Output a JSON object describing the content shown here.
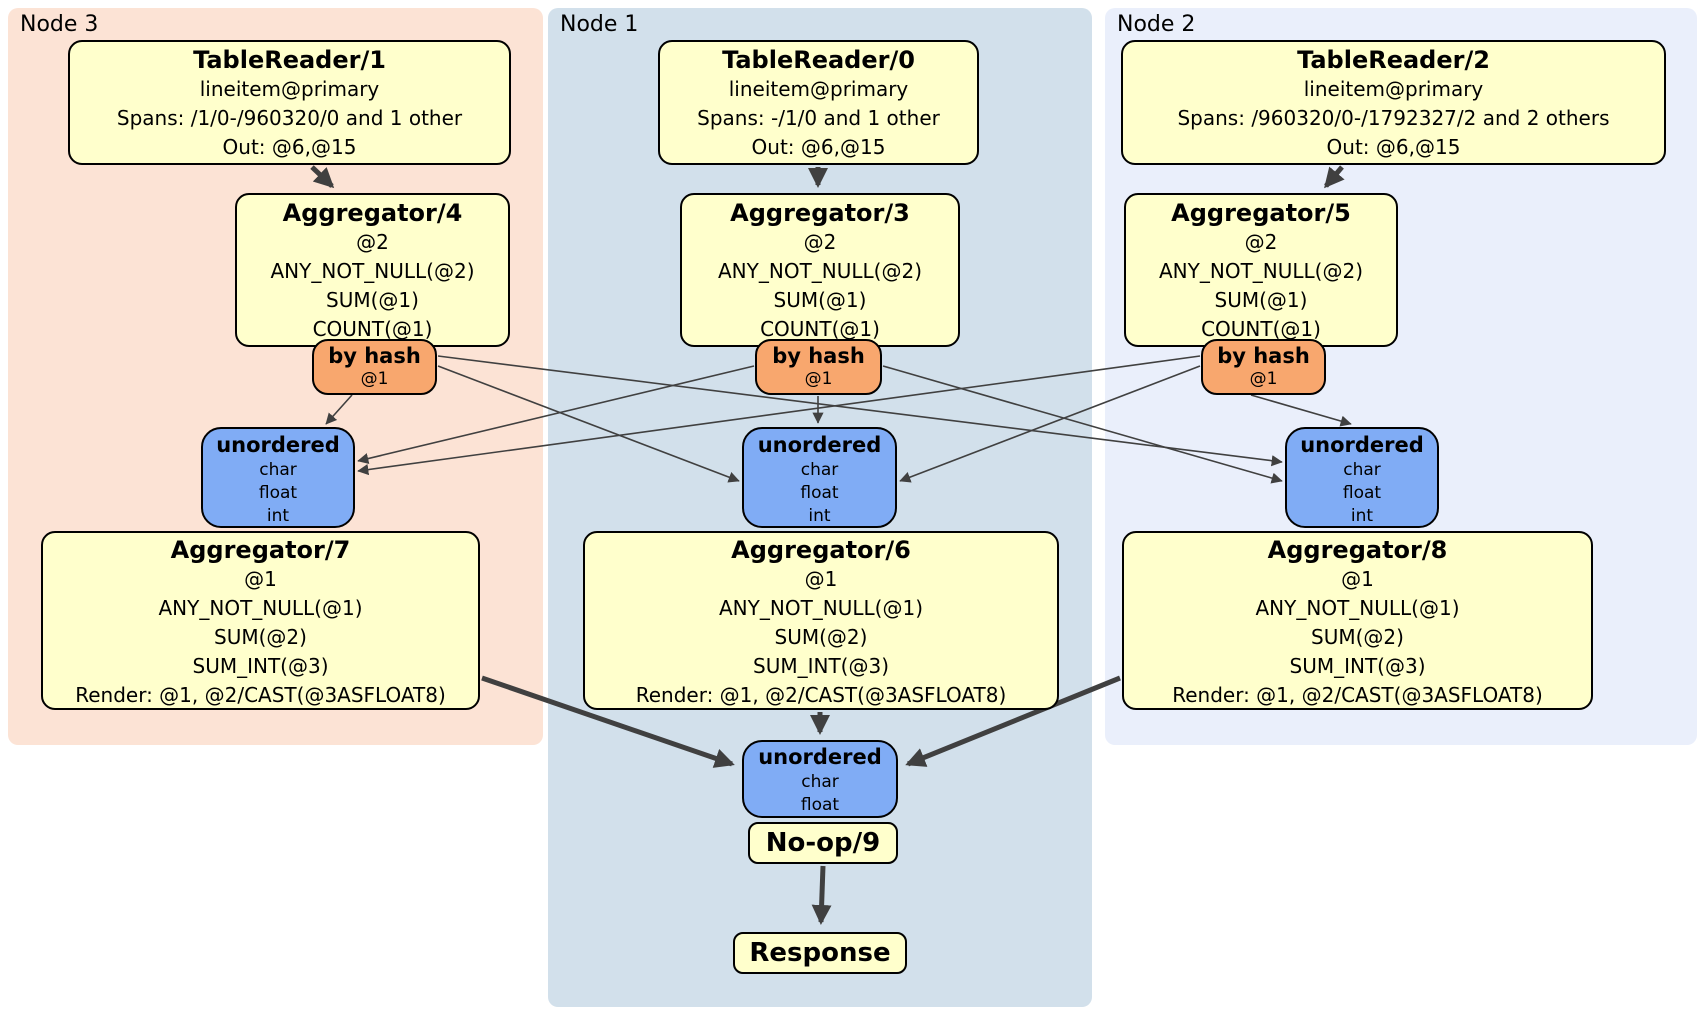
{
  "regions": {
    "node3": {
      "label": "Node 3"
    },
    "node1": {
      "label": "Node 1"
    },
    "node2": {
      "label": "Node 2"
    }
  },
  "boxes": {
    "tr1": {
      "title": "TableReader/1",
      "lines": [
        "lineitem@primary",
        "Spans: /1/0-/960320/0 and 1 other",
        "Out: @6,@15"
      ]
    },
    "tr0": {
      "title": "TableReader/0",
      "lines": [
        "lineitem@primary",
        "Spans: -/1/0 and 1 other",
        "Out: @6,@15"
      ]
    },
    "tr2": {
      "title": "TableReader/2",
      "lines": [
        "lineitem@primary",
        "Spans: /960320/0-/1792327/2 and 2 others",
        "Out: @6,@15"
      ]
    },
    "agg4": {
      "title": "Aggregator/4",
      "lines": [
        "@2",
        "ANY_NOT_NULL(@2)",
        "SUM(@1)",
        "COUNT(@1)"
      ]
    },
    "agg3": {
      "title": "Aggregator/3",
      "lines": [
        "@2",
        "ANY_NOT_NULL(@2)",
        "SUM(@1)",
        "COUNT(@1)"
      ]
    },
    "agg5": {
      "title": "Aggregator/5",
      "lines": [
        "@2",
        "ANY_NOT_NULL(@2)",
        "SUM(@1)",
        "COUNT(@1)"
      ]
    },
    "router3": {
      "title": "by hash",
      "lines": [
        "@1"
      ]
    },
    "router1": {
      "title": "by hash",
      "lines": [
        "@1"
      ]
    },
    "router2": {
      "title": "by hash",
      "lines": [
        "@1"
      ]
    },
    "sync3": {
      "title": "unordered",
      "lines": [
        "char",
        "float",
        "int"
      ]
    },
    "sync1": {
      "title": "unordered",
      "lines": [
        "char",
        "float",
        "int"
      ]
    },
    "sync2": {
      "title": "unordered",
      "lines": [
        "char",
        "float",
        "int"
      ]
    },
    "agg7": {
      "title": "Aggregator/7",
      "lines": [
        "@1",
        "ANY_NOT_NULL(@1)",
        "SUM(@2)",
        "SUM_INT(@3)",
        "Render: @1, @2/CAST(@3ASFLOAT8)"
      ]
    },
    "agg6": {
      "title": "Aggregator/6",
      "lines": [
        "@1",
        "ANY_NOT_NULL(@1)",
        "SUM(@2)",
        "SUM_INT(@3)",
        "Render: @1, @2/CAST(@3ASFLOAT8)"
      ]
    },
    "agg8": {
      "title": "Aggregator/8",
      "lines": [
        "@1",
        "ANY_NOT_NULL(@1)",
        "SUM(@2)",
        "SUM_INT(@3)",
        "Render: @1, @2/CAST(@3ASFLOAT8)"
      ]
    },
    "syncF": {
      "title": "unordered",
      "lines": [
        "char",
        "float"
      ]
    },
    "noop": {
      "title": "No-op/9"
    },
    "resp": {
      "title": "Response"
    }
  },
  "edges": [
    {
      "from": "TableReader/1",
      "to": "Aggregator/4"
    },
    {
      "from": "TableReader/0",
      "to": "Aggregator/3"
    },
    {
      "from": "TableReader/2",
      "to": "Aggregator/5"
    },
    {
      "from": "Aggregator/4 by hash",
      "to": "unordered node3"
    },
    {
      "from": "Aggregator/4 by hash",
      "to": "unordered node1"
    },
    {
      "from": "Aggregator/4 by hash",
      "to": "unordered node2"
    },
    {
      "from": "Aggregator/3 by hash",
      "to": "unordered node3"
    },
    {
      "from": "Aggregator/3 by hash",
      "to": "unordered node1"
    },
    {
      "from": "Aggregator/3 by hash",
      "to": "unordered node2"
    },
    {
      "from": "Aggregator/5 by hash",
      "to": "unordered node3"
    },
    {
      "from": "Aggregator/5 by hash",
      "to": "unordered node1"
    },
    {
      "from": "Aggregator/5 by hash",
      "to": "unordered node2"
    },
    {
      "from": "Aggregator/7",
      "to": "unordered final"
    },
    {
      "from": "Aggregator/6",
      "to": "unordered final"
    },
    {
      "from": "Aggregator/8",
      "to": "unordered final"
    },
    {
      "from": "No-op/9",
      "to": "Response"
    }
  ],
  "colors": {
    "node3_bg": "#fce3d5",
    "node1_bg": "#d2e0eb",
    "node2_bg": "#eaeffb",
    "processor_box": "#ffffcc",
    "hash_router": "#f8a76e",
    "unordered_sync": "#80acf5",
    "edge": "#404040",
    "border": "#000000"
  }
}
